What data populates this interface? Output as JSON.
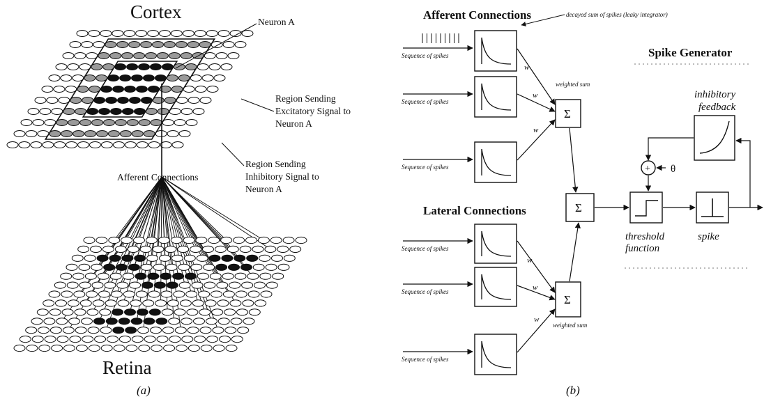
{
  "panel_a": {
    "top_title": "Cortex",
    "bottom_title": "Retina",
    "neuron_label": "Neuron A",
    "excitatory_label": [
      "Region Sending",
      "Excitatory Signal to",
      "Neuron A"
    ],
    "inhibitory_label": [
      "Region Sending",
      "Inhibitory Signal to",
      "Neuron A"
    ],
    "afferent_label": "Afferent Connections",
    "caption": "(a)"
  },
  "panel_b": {
    "afferent_title": "Afferent Connections",
    "leaky_note": "decayed sum of spikes (leaky integrator)",
    "lateral_title": "Lateral Connections",
    "spike_gen_title": "Spike Generator",
    "inhibitory_feedback": [
      "inhibitory",
      "feedback"
    ],
    "threshold_label": [
      "threshold",
      "function"
    ],
    "spike_label": "spike",
    "theta": "θ",
    "weighted_sum": "weighted sum",
    "weight": "w",
    "sigma": "Σ",
    "plus": "+",
    "sequence_label": "Sequence of spikes",
    "caption": "(b)"
  }
}
